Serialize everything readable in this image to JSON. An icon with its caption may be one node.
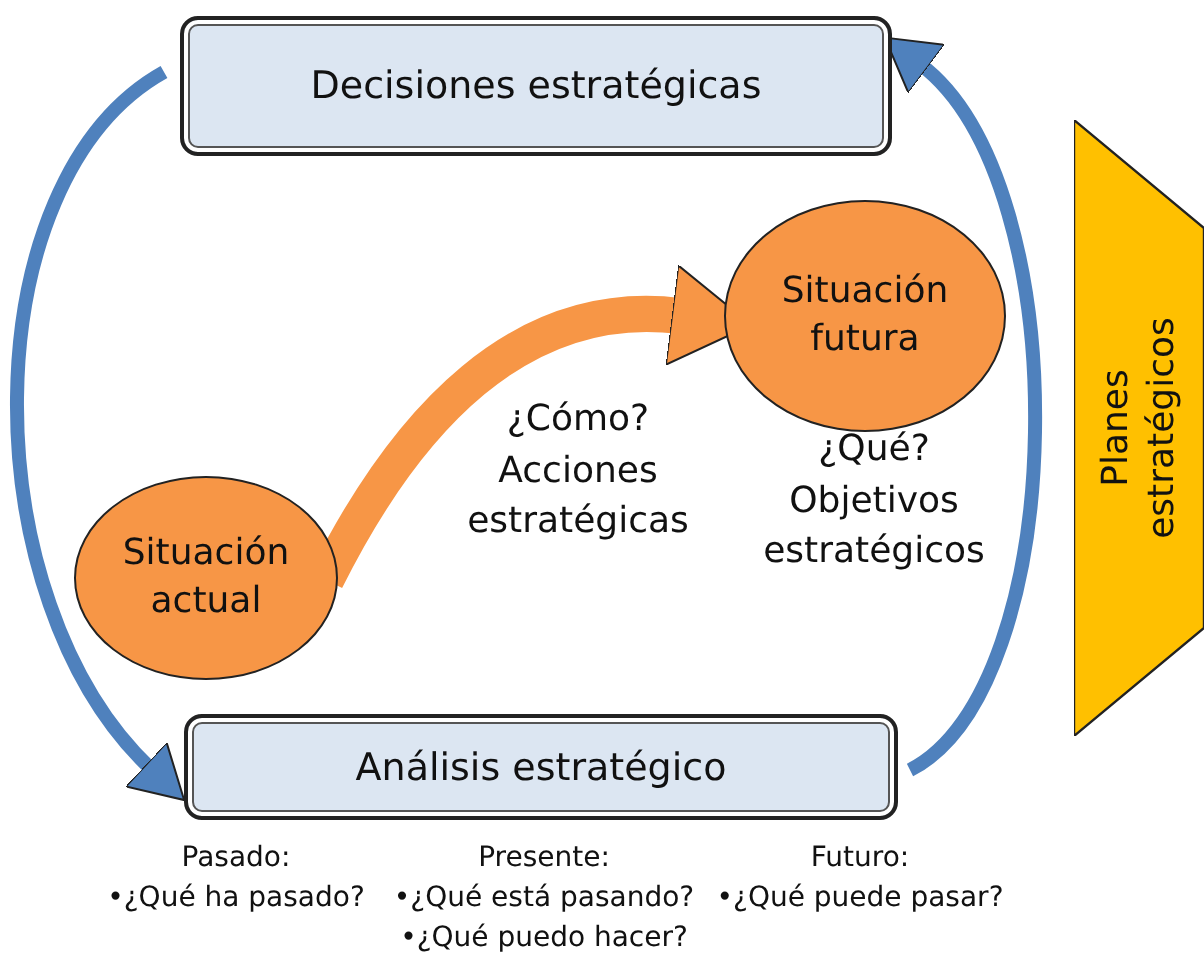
{
  "diagram": {
    "nodes": [
      {
        "text": [
          "Decisiones estratégicas"
        ]
      },
      {
        "text": [
          "Situación futura"
        ],
        "beside": [
          "¿Qué? Objetivos estratégicos"
        ]
      },
      {
        "text": [
          "Situación actual"
        ]
      },
      {
        "text": [
          "Análisis estratégico"
        ],
        "beside": [
          "Pasado:",
          "Presente:",
          "Futuro:",
          "•¿Qué ha pasado?",
          "•¿Qué está pasando?",
          "•¿Qué puede pasar?",
          "•¿Qué puedo hacer?"
        ]
      },
      {
        "text": [
          "Planes estratégicos"
        ]
      }
    ],
    "edges": [
      {
        "from": 0,
        "to": 3,
        "arrow": "to"
      },
      {
        "from": 3,
        "to": 0,
        "arrow": "to"
      },
      {
        "from": 2,
        "to": 1,
        "arrow": "to",
        "label": "¿Cómo? Acciones estratégicas",
        "style": "thick",
        "color": "#f79646"
      }
    ]
  }
}
